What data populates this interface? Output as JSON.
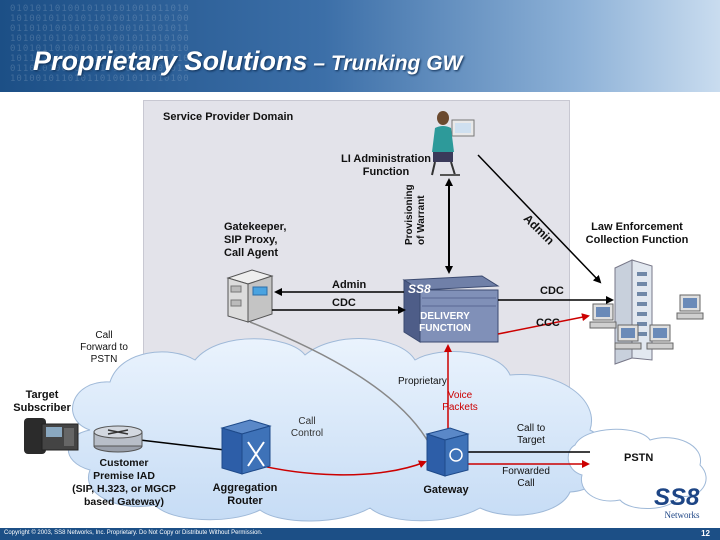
{
  "header": {
    "title_main": "Proprietary Solutions",
    "title_sub": " – Trunking GW"
  },
  "diagram": {
    "service_provider_domain": "Service Provider Domain",
    "li_admin_function": [
      "LI Administration",
      "Function"
    ],
    "provisioning_of_warrant": [
      "Provisioning",
      "of Warrant"
    ],
    "gatekeeper": [
      "Gatekeeper,",
      "SIP Proxy,",
      "Call Agent"
    ],
    "admin_diagonal": "Admin",
    "law_enforcement": [
      "Law Enforcement",
      "Collection Function"
    ],
    "admin_horizontal": "Admin",
    "cdc_left": "CDC",
    "cdc_right": "CDC",
    "ccc": "CCC",
    "delivery_function": [
      "DELIVERY",
      "FUNCTION"
    ],
    "ss8_small_logo": "SS8",
    "call_forward": [
      "Call",
      "Forward to",
      "PSTN"
    ],
    "proprietary": "Proprietary",
    "target_subscriber": [
      "Target",
      "Subscriber"
    ],
    "voice_packets": [
      "Voice",
      "Packets"
    ],
    "call_control": [
      "Call",
      "Control"
    ],
    "call_to_target": [
      "Call to",
      "Target"
    ],
    "pstn": "PSTN",
    "customer_iad": [
      "Customer",
      "Premise IAD",
      "(SIP, H.323, or MGCP",
      "based Gateway)"
    ],
    "aggregation_router": [
      "Aggregation",
      "Router"
    ],
    "gateway": "Gateway",
    "forwarded_call": [
      "Forwarded",
      "Call"
    ]
  },
  "footer": {
    "copyright": "Copyright © 2003, SS8 Networks, Inc. Proprietary. Do Not Copy or Distribute Without Permission.",
    "page_number": "12",
    "logo_big": "SS8",
    "logo_small": "Networks"
  },
  "colors": {
    "accent_blue": "#1c4f86",
    "red_arrow": "#cc0000",
    "cloud_fill": "#d4e5f9",
    "domain_fill": "#e3e3ea"
  }
}
